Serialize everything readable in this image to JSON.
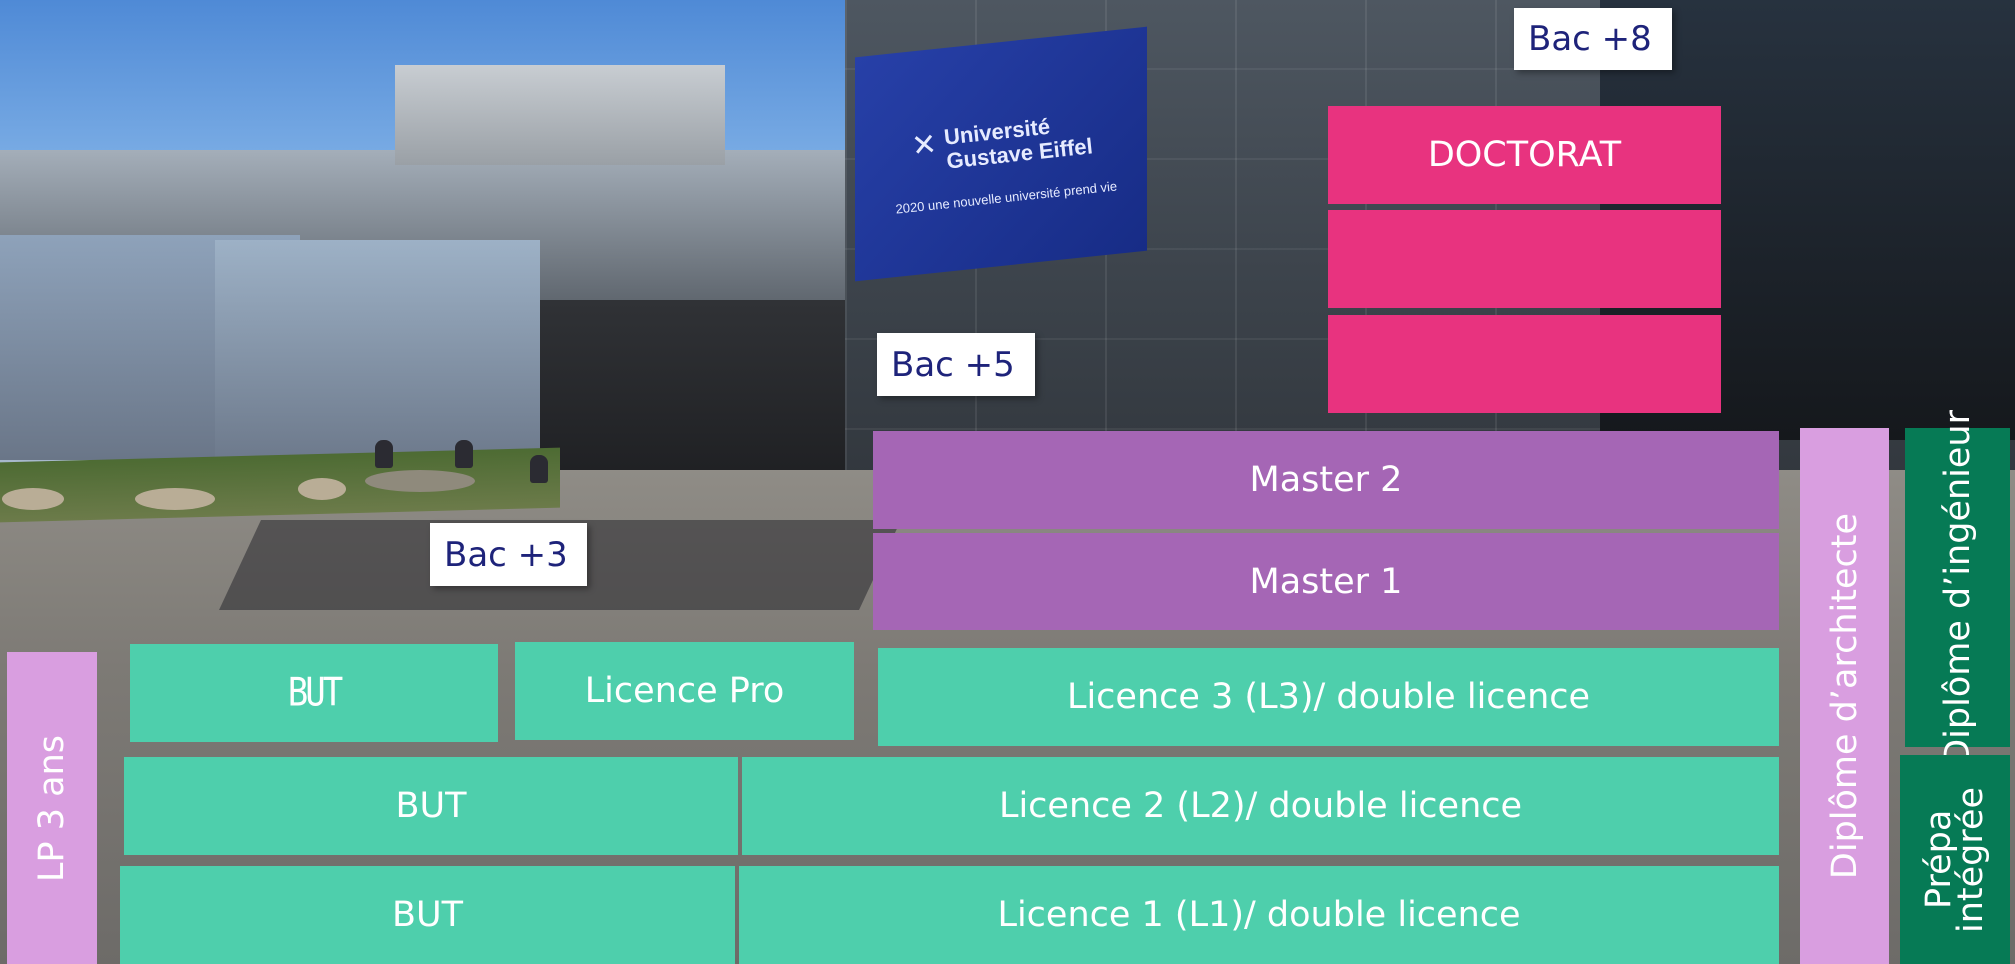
{
  "background": {
    "banner_line1": "Université",
    "banner_line2": "Gustave Eiffel",
    "banner_slogan": "2020 une nouvelle université prend vie"
  },
  "levels": {
    "bac3": "Bac +3",
    "bac5": "Bac +5",
    "bac8": "Bac +8"
  },
  "blocks": {
    "doctorat": "DOCTORAT",
    "master2": "Master 2",
    "master1": "Master 1",
    "but_top": "BUT",
    "licence_pro": "Licence Pro",
    "licence3": "Licence 3 (L3)/ double licence",
    "but_mid": "BUT",
    "licence2": "Licence 2 (L2)/ double licence",
    "but_bottom": "BUT",
    "licence1": "Licence 1 (L1)/ double licence",
    "lp3": "LP 3 ans",
    "architecte": "Diplôme d’architecte",
    "ingenieur": "Diplôme d’ingénieur",
    "prepa_line1": "Prépa",
    "prepa_line2": "intégrée"
  },
  "colors": {
    "licence": "#4ecfac",
    "master": "#a566b5",
    "doctorat": "#e8337f",
    "lp_architecte": "#d99ee0",
    "ingenieur": "#067a55",
    "level_text": "#1e237a"
  }
}
